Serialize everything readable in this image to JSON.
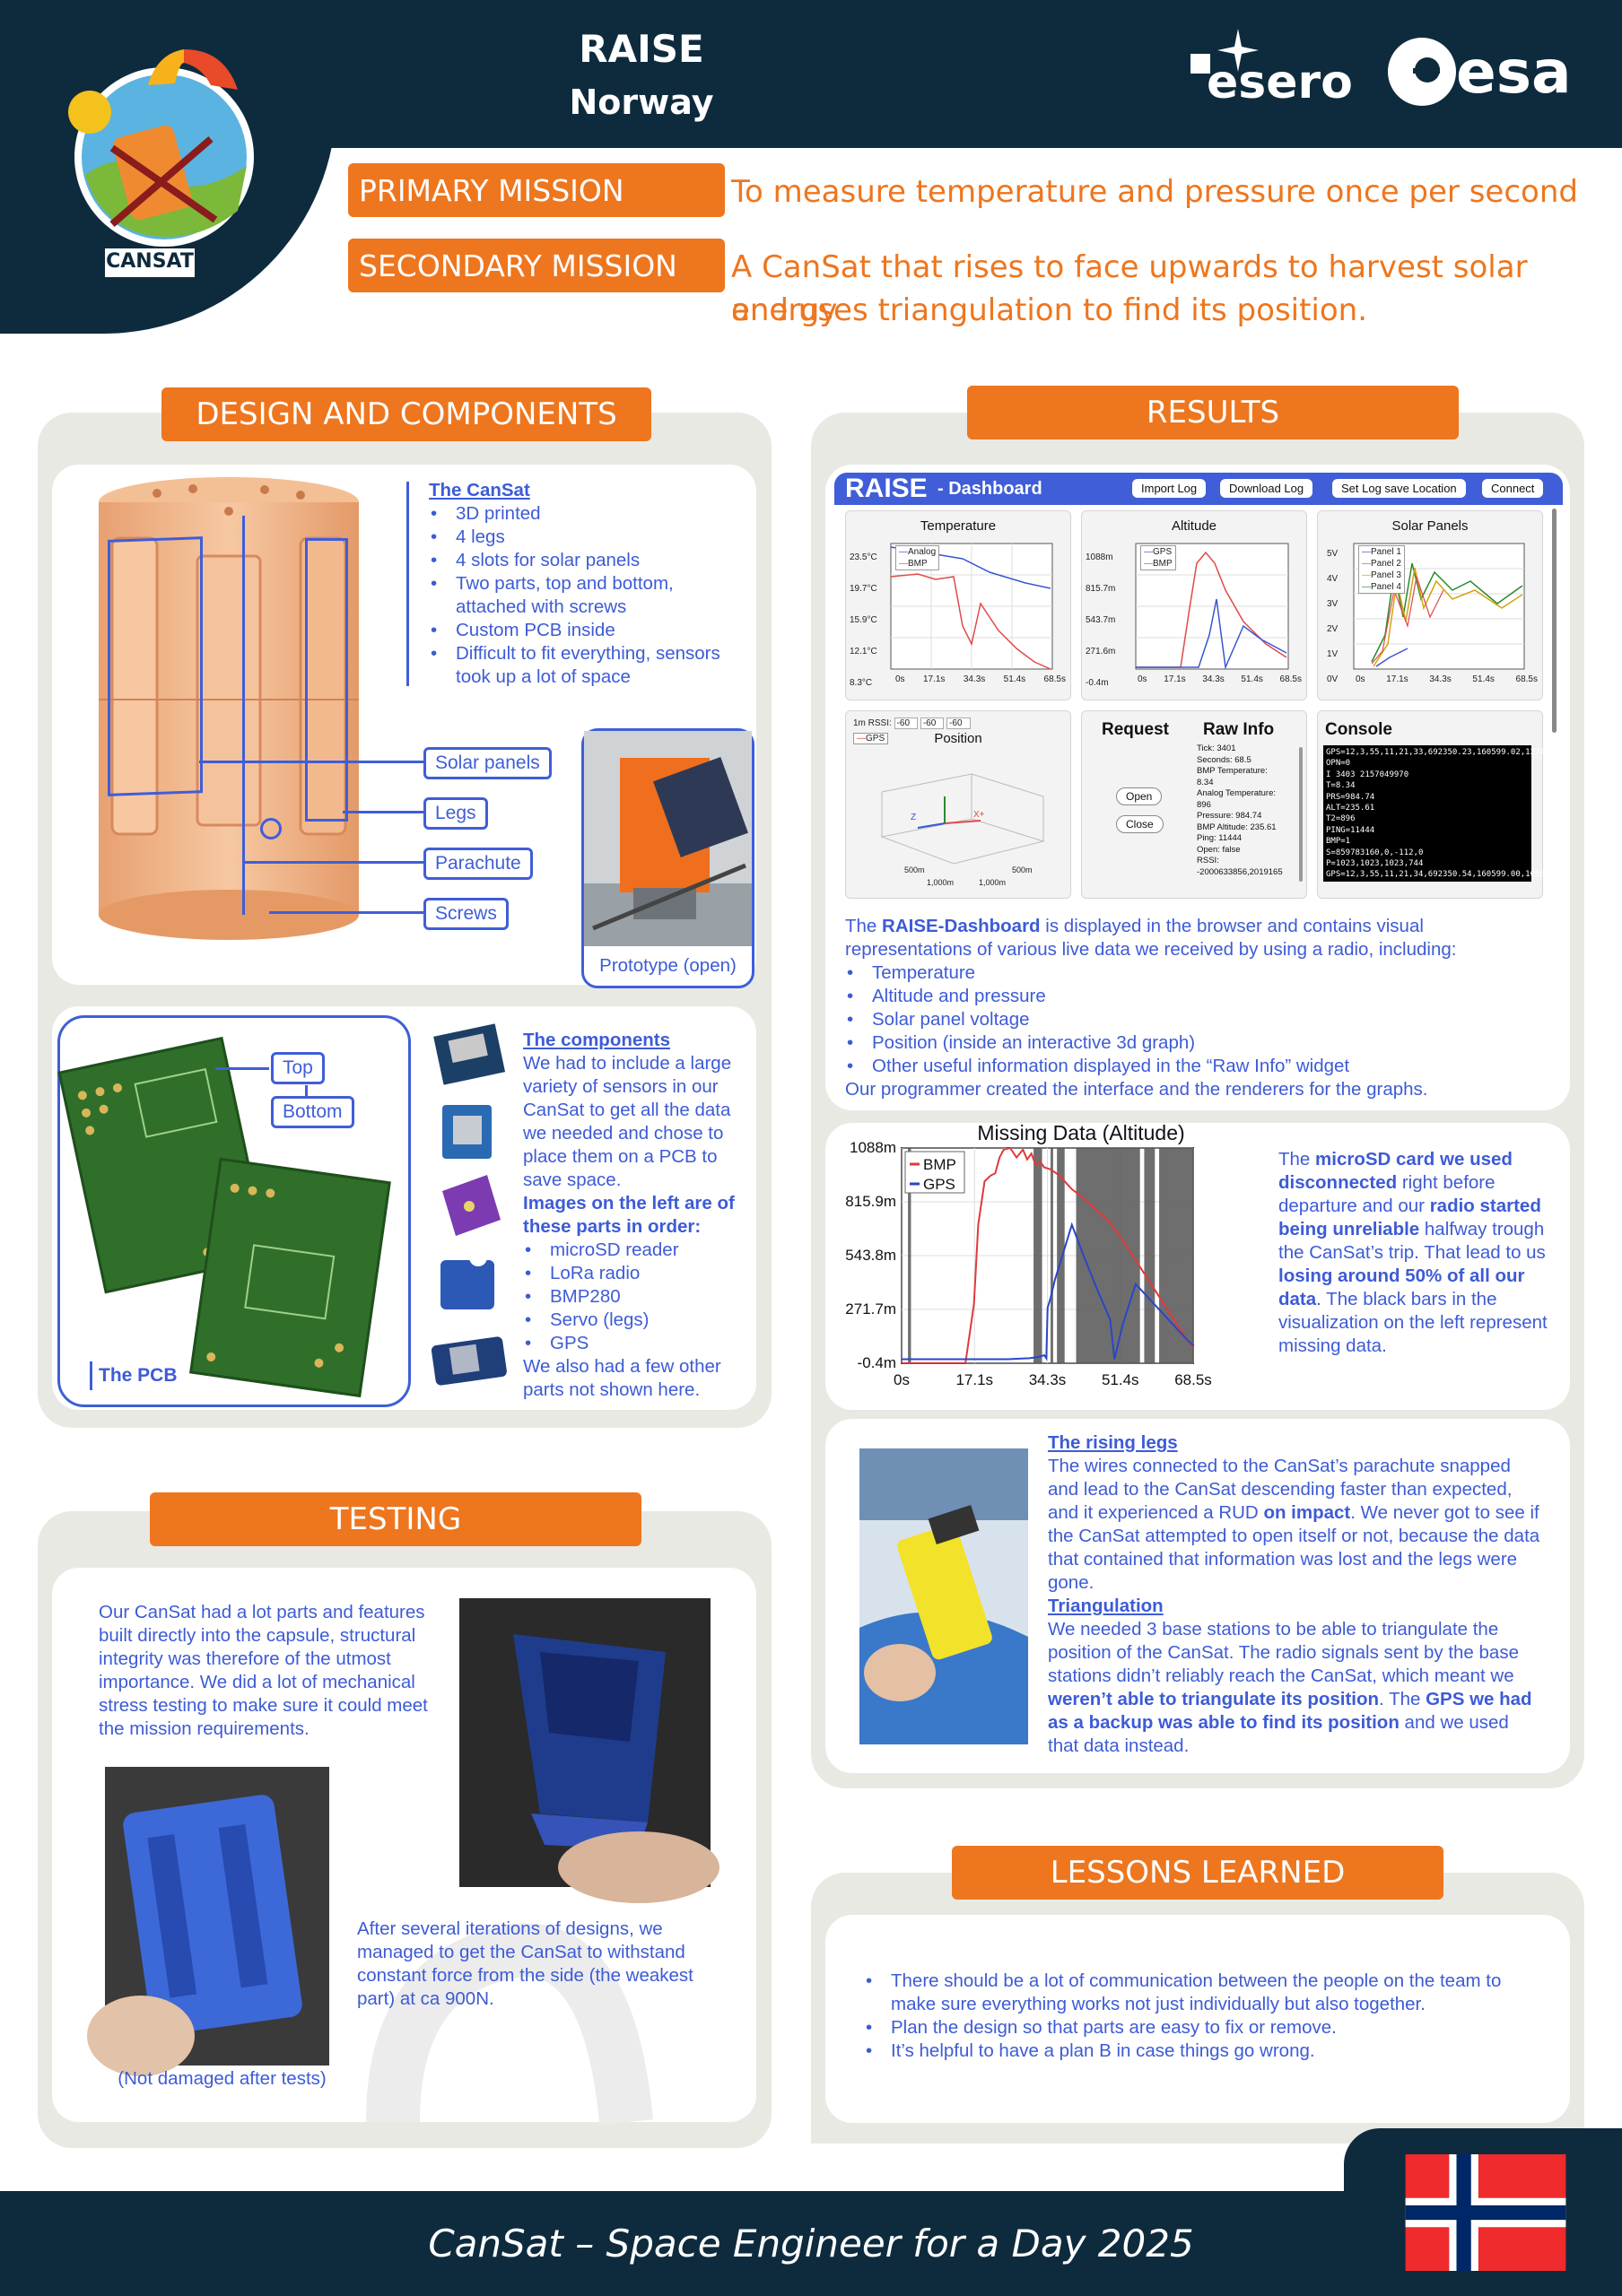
{
  "header": {
    "title": "RAISE",
    "subtitle": "Norway",
    "logo_cansat": "CANSAT",
    "logo_esero": "esero",
    "logo_esa": "esa"
  },
  "missions": {
    "primary_label": "PRIMARY MISSION",
    "primary_text": "To measure temperature and pressure once per second",
    "secondary_label": "SECONDARY MISSION",
    "secondary_text_1": "A CanSat that rises to face upwards to harvest solar energy",
    "secondary_text_2": "and uses triangulation to find its position."
  },
  "design": {
    "heading": "DESIGN AND COMPONENTS",
    "cansat_title": "The CanSat",
    "cansat_items": [
      "3D printed",
      "4 legs",
      "4 slots for solar panels",
      "Two parts, top and bottom, attached with screws",
      "Custom PCB inside",
      "Difficult to fit everything, sensors took up a lot of space"
    ],
    "callouts": [
      "Solar panels",
      "Legs",
      "Parachute",
      "Screws"
    ],
    "prototype_caption": "Prototype (open)",
    "pcb_top": "Top",
    "pcb_bottom": "Bottom",
    "pcb_label": "The PCB",
    "components_title": "The components",
    "components_text": "We had to include a large variety of sensors in our CanSat to get all the data we needed and chose to place them on a PCB to save space.",
    "components_bold": "Images on the left are of these parts in order:",
    "components_items": [
      "microSD reader",
      "LoRa radio",
      "BMP280",
      "Servo (legs)",
      "GPS"
    ],
    "components_footer": "We also had a few other parts not shown here."
  },
  "testing": {
    "heading": "TESTING",
    "para1": "Our CanSat had a lot parts and features built directly into the capsule, structural integrity was therefore of the utmost importance. We did a lot of mechanical stress testing to make sure it could meet the mission requirements.",
    "para2": "After several iterations of designs, we managed to get the CanSat to withstand constant force from the side (the weakest part) at ca 900N.",
    "caption": "(Not damaged after tests)"
  },
  "results": {
    "heading": "RESULTS",
    "dashboard": {
      "brand": "RAISE",
      "brand_suffix": "- Dashboard",
      "buttons": [
        "Import Log",
        "Download Log",
        "Set Log save Location",
        "Connect"
      ],
      "chart_titles": [
        "Temperature",
        "Altitude",
        "Solar Panels"
      ],
      "temp_ticks": [
        "23.5°C",
        "19.7°C",
        "15.9°C",
        "12.1°C",
        "8.3°C"
      ],
      "temp_legend": [
        "Analog",
        "BMP"
      ],
      "alt_ticks": [
        "1088m",
        "815.7m",
        "543.7m",
        "271.6m",
        "-0.4m"
      ],
      "alt_legend": [
        "GPS",
        "BMP"
      ],
      "solar_ticks": [
        "5V",
        "4V",
        "3V",
        "2V",
        "1V",
        "0V"
      ],
      "solar_legend": [
        "Panel 1",
        "Panel 2",
        "Panel 3",
        "Panel 4"
      ],
      "x_ticks": [
        "0s",
        "17.1s",
        "34.3s",
        "51.4s",
        "68.5s"
      ],
      "position_title": "Position",
      "rssi_label": "1m RSSI:",
      "rssi_values": [
        "-60",
        "-60",
        "-60"
      ],
      "gps_label": "GPS",
      "axis_labels": [
        "Z",
        "X+",
        "500m",
        "1,000m",
        "1,000m",
        "500m"
      ],
      "request_title": "Request",
      "open_btn": "Open",
      "close_btn": "Close",
      "raw_title": "Raw Info",
      "raw_lines": [
        "Tick: 3401",
        "Seconds: 68.5",
        "BMP Temperature:",
        "8.34",
        "Analog Temperature:",
        "896",
        "Pressure: 984.74",
        "BMP Altitude: 235.61",
        "Ping: 11444",
        "Open: false",
        "RSSI:",
        "-2000633856,2019165"
      ],
      "console_title": "Console",
      "console_lines": [
        "GPS=12,3,55,11,21,33,692350.23,160599.02,1274",
        "OPN=0",
        "I 3403 2157049970",
        "T=8.34",
        "PRS=984.74",
        "ALT=235.61",
        "T2=896",
        "PING=11444",
        "BMP=1",
        "S=859783160,0,-112,0",
        "P=1023,1023,1023,744",
        "GPS=12,3,55,11,21,34,692350.54,160599.00,1056"
      ]
    },
    "intro_pre": "The ",
    "intro_bold": "RAISE-Dashboard",
    "intro_post": " is displayed in the browser and contains visual representations of various live data we received by using a radio, including:",
    "items": [
      "Temperature",
      "Altitude and pressure",
      "Solar panel voltage",
      "Position (inside an interactive 3d graph)",
      "Other useful information displayed in the “Raw Info” widget"
    ],
    "outro": "Our programmer created the interface and the renderers for the graphs.",
    "missing": {
      "p1": "The ",
      "b1": "microSD card we used disconnected",
      "p2": " right before departure and our ",
      "b2": "radio started being unreliable",
      "p3": " halfway trough the CanSat’s trip. That lead to us ",
      "b3": "losing around 50% of all our data",
      "p4": ". The black bars in the visualization on the left represent missing data."
    },
    "legs_title": "The rising legs",
    "legs_p1": "The wires connected to the CanSat’s parachute snapped and lead to the CanSat descending faster than expected, and it experienced a RUD ",
    "legs_b1": "on impact",
    "legs_p2": ". We never got to see if the CanSat attempted to open itself or not, because the data that contained that information was lost and the legs were gone.",
    "tri_title": "Triangulation",
    "tri_p1": "We needed 3 base stations to be able to triangulate the position of the CanSat. The radio signals sent by the base stations didn’t reliably reach the CanSat, which meant we ",
    "tri_b1": "weren’t able to triangulate its position",
    "tri_p2": ". The ",
    "tri_b2": "GPS we had as a backup was able to find its position",
    "tri_p3": " and we used that data instead."
  },
  "lessons": {
    "heading": "LESSONS LEARNED",
    "items": [
      "There should be a lot of communication between the people on the team to make sure everything works not just individually but also together.",
      "Plan the design so that parts are easy to fix or remove.",
      "It’s helpful to have a plan B in case things go wrong."
    ]
  },
  "footer": {
    "text": "CanSat – Space Engineer for a Day 2025"
  },
  "chart_data": {
    "type": "line",
    "title": "Missing Data (Altitude)",
    "x_ticks": [
      "0s",
      "17.1s",
      "34.3s",
      "51.4s",
      "68.5s"
    ],
    "y_ticks": [
      "1088m",
      "815.9m",
      "543.8m",
      "271.7m",
      "-0.4m"
    ],
    "xlim": [
      0,
      68.5
    ],
    "ylim": [
      -0.4,
      1088
    ],
    "grid": true,
    "legend_position": "top-left",
    "series": [
      {
        "name": "BMP",
        "color": "#e03a3a",
        "x": [
          0,
          12,
          15,
          17,
          18,
          19.5,
          21,
          22,
          23,
          24,
          25.5,
          27,
          28.5,
          29.5,
          30.5,
          31.5,
          32.5,
          33.5,
          35,
          37,
          40,
          43,
          46,
          49,
          52,
          55,
          58,
          61,
          64,
          67,
          68.5
        ],
        "y": [
          0,
          0,
          0,
          300,
          700,
          920,
          950,
          960,
          1040,
          1080,
          1088,
          1040,
          1080,
          1030,
          1060,
          1000,
          1020,
          990,
          980,
          950,
          880,
          830,
          770,
          710,
          620,
          520,
          420,
          320,
          220,
          120,
          80
        ]
      },
      {
        "name": "GPS",
        "color": "#2a46c8",
        "x": [
          0,
          5,
          10,
          15,
          20,
          25,
          30,
          32,
          33.5,
          34,
          34.3,
          35,
          36,
          38,
          40,
          43,
          46,
          49,
          50,
          52,
          55,
          58,
          61,
          64,
          67,
          68.5
        ],
        "y": [
          20,
          20,
          20,
          20,
          20,
          20,
          25,
          30,
          40,
          25,
          280,
          330,
          420,
          560,
          700,
          530,
          370,
          220,
          20,
          200,
          400,
          330,
          260,
          190,
          120,
          90
        ]
      }
    ],
    "missing_bars": [
      [
        1.5,
        2.2
      ],
      [
        31,
        33
      ],
      [
        35,
        35.6
      ],
      [
        36.5,
        38.3
      ],
      [
        41,
        56
      ],
      [
        57,
        59.5
      ],
      [
        60.5,
        68.5
      ]
    ]
  }
}
